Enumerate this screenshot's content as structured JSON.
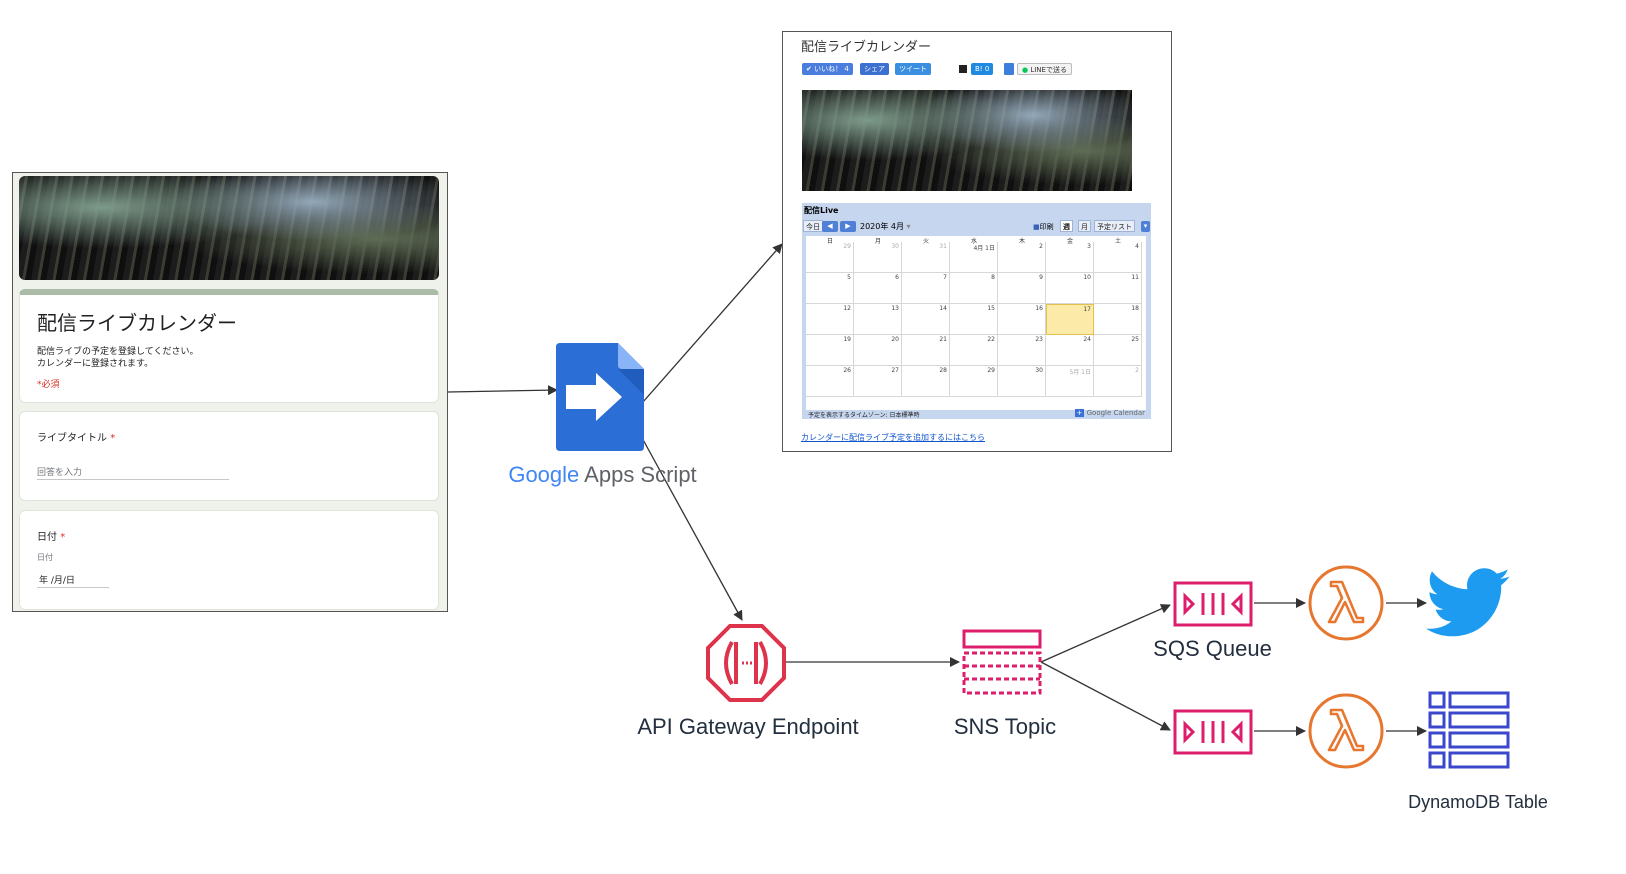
{
  "form": {
    "title": "配信ライブカレンダー",
    "description_line1": "配信ライブの予定を登録してください。",
    "description_line2": "カレンダーに登録されます。",
    "required_note": "*必須",
    "question1_label": "ライブタイトル",
    "question1_placeholder": "回答を入力",
    "question2_label": "日付",
    "question2_sublabel": "日付",
    "question2_value": "年 /月/日",
    "required_star": "*"
  },
  "gas": {
    "label_google": "Google",
    "label_rest": " Apps Script"
  },
  "calendar_page": {
    "title": "配信ライブカレンダー",
    "share_buttons": [
      "✔ いいね！ 4",
      "シェア",
      "ツイート",
      "B! 0",
      "LINEで送る"
    ],
    "calendar_name": "配信Live",
    "today_button": "今日",
    "month_label": "2020年 4月",
    "print_label": "印刷",
    "view_tabs": [
      "週",
      "月",
      "予定リスト"
    ],
    "weekdays": [
      "日",
      "月",
      "火",
      "水",
      "木",
      "金",
      "土"
    ],
    "weeks": [
      [
        "29",
        "30",
        "31",
        "4月 1日",
        "2",
        "3",
        "4"
      ],
      [
        "5",
        "6",
        "7",
        "8",
        "9",
        "10",
        "11"
      ],
      [
        "12",
        "13",
        "14",
        "15",
        "16",
        "17",
        "18"
      ],
      [
        "19",
        "20",
        "21",
        "22",
        "23",
        "24",
        "25"
      ],
      [
        "26",
        "27",
        "28",
        "29",
        "30",
        "5月 1日",
        "2"
      ]
    ],
    "timezone_note": "予定を表示するタイムゾーン: 日本標準時",
    "google_calendar_label": "Google Calendar",
    "add_link": "カレンダーに配信ライブ予定を追加するにはこちら"
  },
  "nodes": {
    "api_gateway": "API Gateway Endpoint",
    "sns": "SNS Topic",
    "sqs": "SQS Queue",
    "dynamodb": "DynamoDB Table"
  },
  "colors": {
    "aws_red": "#dd344c",
    "aws_pink": "#dd1e6d",
    "aws_orange": "#e7762e",
    "dynamo_blue": "#3b48cc",
    "twitter_blue": "#1d9bf0",
    "gas_blue": "#2b6fd6"
  }
}
